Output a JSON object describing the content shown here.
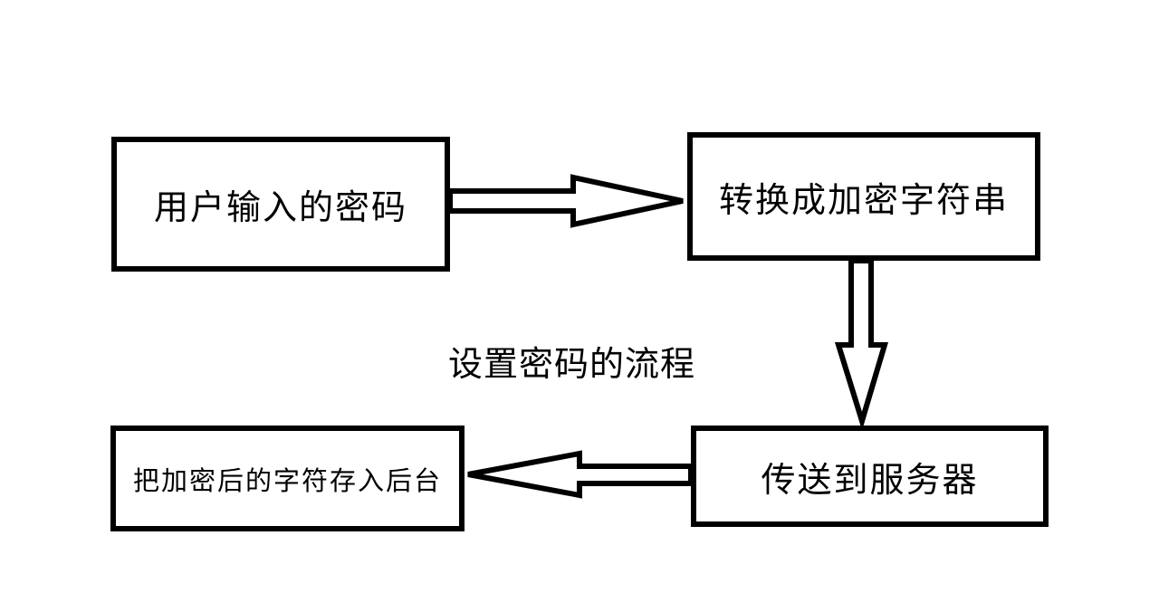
{
  "diagram": {
    "title": "设置密码的流程",
    "nodes": [
      {
        "id": "user-password-input",
        "label": "用户输入的密码"
      },
      {
        "id": "convert-encrypted-string",
        "label": "转换成加密字符串"
      },
      {
        "id": "send-to-server",
        "label": "传送到服务器"
      },
      {
        "id": "store-encrypted-backend",
        "label": "把加密后的字符存入后台"
      }
    ],
    "edges": [
      {
        "from": "用户输入的密码",
        "to": "转换成加密字符串",
        "direction": "right"
      },
      {
        "from": "转换成加密字符串",
        "to": "传送到服务器",
        "direction": "down"
      },
      {
        "from": "传送到服务器",
        "to": "把加密后的字符存入后台",
        "direction": "left"
      }
    ],
    "colors": {
      "stroke": "#000000",
      "background": "#ffffff",
      "node_fill": "#ffffff",
      "text": "#000000"
    }
  }
}
